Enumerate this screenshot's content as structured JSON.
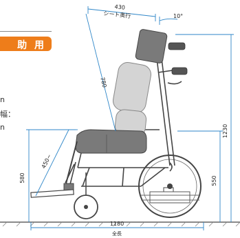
{
  "badge": {
    "text": "助 用"
  },
  "side_text": [
    "n",
    "幅：",
    "n"
  ],
  "dimensions": {
    "seat_depth_top": "430",
    "seat_depth_label": "シート奥行",
    "angle": "10°",
    "backrest_height": "780",
    "seat_depth_side": "450~",
    "seat_height": "580",
    "total_height": "1230",
    "armrest_height": "550",
    "total_length": "1180",
    "total_length_label": "全長"
  },
  "colors": {
    "accent": "#ee7d1a",
    "dimension_line": "#2e86c8",
    "frame": "#444444",
    "seat": "#7a7a7a",
    "cushion": "#d4d4d4"
  }
}
